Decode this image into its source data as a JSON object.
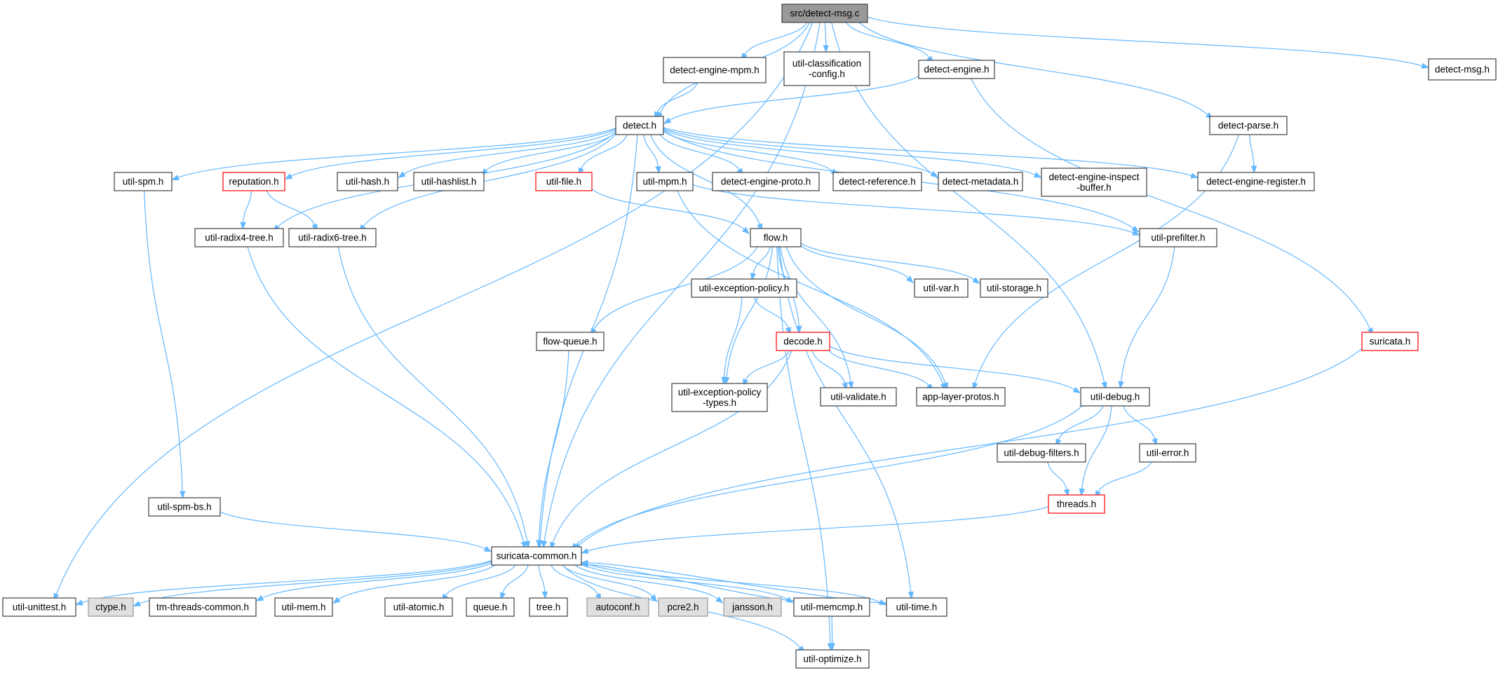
{
  "graph": {
    "colors": {
      "edge": "#63b8ff",
      "root_fill": "#999999",
      "normal_fill": "#ffffff",
      "normal_stroke": "#404040",
      "incomplete_stroke": "#ff0000",
      "system_fill": "#e0e0e0",
      "system_stroke": "#999999"
    },
    "nodes": [
      {
        "id": "root",
        "label": "src/detect-msg.c",
        "style": "root"
      },
      {
        "id": "detect_engine_mpm",
        "label": "detect-engine-mpm.h",
        "style": "normal"
      },
      {
        "id": "util_classification",
        "label": "util-classification\n-config.h",
        "style": "normal"
      },
      {
        "id": "detect_engine",
        "label": "detect-engine.h",
        "style": "normal"
      },
      {
        "id": "detect_msg_h",
        "label": "detect-msg.h",
        "style": "normal"
      },
      {
        "id": "detect_h",
        "label": "detect.h",
        "style": "normal"
      },
      {
        "id": "detect_parse",
        "label": "detect-parse.h",
        "style": "normal"
      },
      {
        "id": "util_spm",
        "label": "util-spm.h",
        "style": "normal"
      },
      {
        "id": "reputation",
        "label": "reputation.h",
        "style": "incomplete"
      },
      {
        "id": "util_hash",
        "label": "util-hash.h",
        "style": "normal"
      },
      {
        "id": "util_hashlist",
        "label": "util-hashlist.h",
        "style": "normal"
      },
      {
        "id": "util_file",
        "label": "util-file.h",
        "style": "incomplete"
      },
      {
        "id": "util_mpm",
        "label": "util-mpm.h",
        "style": "normal"
      },
      {
        "id": "detect_engine_proto",
        "label": "detect-engine-proto.h",
        "style": "normal"
      },
      {
        "id": "detect_reference",
        "label": "detect-reference.h",
        "style": "normal"
      },
      {
        "id": "detect_metadata",
        "label": "detect-metadata.h",
        "style": "normal"
      },
      {
        "id": "detect_engine_inspect",
        "label": "detect-engine-inspect\n-buffer.h",
        "style": "normal"
      },
      {
        "id": "detect_engine_register",
        "label": "detect-engine-register.h",
        "style": "normal"
      },
      {
        "id": "util_radix4",
        "label": "util-radix4-tree.h",
        "style": "normal"
      },
      {
        "id": "util_radix6",
        "label": "util-radix6-tree.h",
        "style": "normal"
      },
      {
        "id": "flow_h",
        "label": "flow.h",
        "style": "normal"
      },
      {
        "id": "util_prefilter",
        "label": "util-prefilter.h",
        "style": "normal"
      },
      {
        "id": "util_exception_policy",
        "label": "util-exception-policy.h",
        "style": "normal"
      },
      {
        "id": "util_var",
        "label": "util-var.h",
        "style": "normal"
      },
      {
        "id": "util_storage",
        "label": "util-storage.h",
        "style": "normal"
      },
      {
        "id": "flow_queue",
        "label": "flow-queue.h",
        "style": "normal"
      },
      {
        "id": "decode_h",
        "label": "decode.h",
        "style": "incomplete"
      },
      {
        "id": "suricata_h",
        "label": "suricata.h",
        "style": "incomplete"
      },
      {
        "id": "util_exception_policy_types",
        "label": "util-exception-policy\n-types.h",
        "style": "normal"
      },
      {
        "id": "util_validate",
        "label": "util-validate.h",
        "style": "normal"
      },
      {
        "id": "app_layer_protos",
        "label": "app-layer-protos.h",
        "style": "normal"
      },
      {
        "id": "util_debug",
        "label": "util-debug.h",
        "style": "normal"
      },
      {
        "id": "util_debug_filters",
        "label": "util-debug-filters.h",
        "style": "normal"
      },
      {
        "id": "util_error",
        "label": "util-error.h",
        "style": "normal"
      },
      {
        "id": "threads_h",
        "label": "threads.h",
        "style": "incomplete"
      },
      {
        "id": "util_spm_bs",
        "label": "util-spm-bs.h",
        "style": "normal"
      },
      {
        "id": "suricata_common",
        "label": "suricata-common.h",
        "style": "normal"
      },
      {
        "id": "util_unittest",
        "label": "util-unittest.h",
        "style": "normal"
      },
      {
        "id": "ctype_h",
        "label": "ctype.h",
        "style": "system"
      },
      {
        "id": "tm_threads_common",
        "label": "tm-threads-common.h",
        "style": "normal"
      },
      {
        "id": "util_mem",
        "label": "util-mem.h",
        "style": "normal"
      },
      {
        "id": "util_atomic",
        "label": "util-atomic.h",
        "style": "normal"
      },
      {
        "id": "queue_h",
        "label": "queue.h",
        "style": "normal"
      },
      {
        "id": "tree_h",
        "label": "tree.h",
        "style": "normal"
      },
      {
        "id": "autoconf_h",
        "label": "autoconf.h",
        "style": "system"
      },
      {
        "id": "pcre2_h",
        "label": "pcre2.h",
        "style": "system"
      },
      {
        "id": "jansson_h",
        "label": "jansson.h",
        "style": "system"
      },
      {
        "id": "util_memcmp",
        "label": "util-memcmp.h",
        "style": "normal"
      },
      {
        "id": "util_time",
        "label": "util-time.h",
        "style": "normal"
      },
      {
        "id": "util_optimize",
        "label": "util-optimize.h",
        "style": "normal"
      }
    ],
    "edges": [
      [
        "root",
        "detect_engine_mpm"
      ],
      [
        "root",
        "util_classification"
      ],
      [
        "root",
        "detect_engine"
      ],
      [
        "root",
        "detect_msg_h"
      ],
      [
        "root",
        "detect_h"
      ],
      [
        "root",
        "detect_parse"
      ],
      [
        "root",
        "util_debug"
      ],
      [
        "root",
        "suricata_common"
      ],
      [
        "root",
        "util_unittest"
      ],
      [
        "detect_engine_mpm",
        "detect_h"
      ],
      [
        "detect_engine",
        "detect_h"
      ],
      [
        "detect_engine",
        "suricata_h"
      ],
      [
        "detect_parse",
        "detect_engine_register"
      ],
      [
        "detect_parse",
        "app_layer_protos"
      ],
      [
        "detect_h",
        "util_spm"
      ],
      [
        "detect_h",
        "reputation"
      ],
      [
        "detect_h",
        "util_radix4"
      ],
      [
        "detect_h",
        "util_radix6"
      ],
      [
        "detect_h",
        "util_hash"
      ],
      [
        "detect_h",
        "util_hashlist"
      ],
      [
        "detect_h",
        "util_file"
      ],
      [
        "detect_h",
        "util_mpm"
      ],
      [
        "detect_h",
        "detect_engine_proto"
      ],
      [
        "detect_h",
        "detect_reference"
      ],
      [
        "detect_h",
        "detect_metadata"
      ],
      [
        "detect_h",
        "detect_engine_inspect"
      ],
      [
        "detect_h",
        "detect_engine_register"
      ],
      [
        "detect_h",
        "util_prefilter"
      ],
      [
        "detect_h",
        "flow_h"
      ],
      [
        "detect_h",
        "suricata_common"
      ],
      [
        "util_spm",
        "util_spm_bs"
      ],
      [
        "util_spm_bs",
        "suricata_common"
      ],
      [
        "reputation",
        "util_radix4"
      ],
      [
        "reputation",
        "util_radix6"
      ],
      [
        "util_radix4",
        "suricata_common"
      ],
      [
        "util_radix6",
        "suricata_common"
      ],
      [
        "util_file",
        "flow_h"
      ],
      [
        "util_mpm",
        "util_prefilter"
      ],
      [
        "util_mpm",
        "app_layer_protos"
      ],
      [
        "util_prefilter",
        "util_debug"
      ],
      [
        "flow_h",
        "util_exception_policy"
      ],
      [
        "flow_h",
        "util_var"
      ],
      [
        "flow_h",
        "util_storage"
      ],
      [
        "flow_h",
        "flow_queue"
      ],
      [
        "flow_h",
        "decode_h"
      ],
      [
        "flow_h",
        "util_exception_policy_types"
      ],
      [
        "flow_h",
        "util_validate"
      ],
      [
        "flow_h",
        "app_layer_protos"
      ],
      [
        "flow_h",
        "util_time"
      ],
      [
        "flow_h",
        "util_optimize"
      ],
      [
        "util_exception_policy",
        "decode_h"
      ],
      [
        "util_exception_policy",
        "util_exception_policy_types"
      ],
      [
        "flow_queue",
        "suricata_common"
      ],
      [
        "decode_h",
        "util_exception_policy_types"
      ],
      [
        "decode_h",
        "util_validate"
      ],
      [
        "decode_h",
        "app_layer_protos"
      ],
      [
        "decode_h",
        "util_debug"
      ],
      [
        "decode_h",
        "suricata_common"
      ],
      [
        "suricata_h",
        "suricata_common"
      ],
      [
        "util_debug",
        "util_debug_filters"
      ],
      [
        "util_debug",
        "util_error"
      ],
      [
        "util_debug",
        "threads_h"
      ],
      [
        "util_debug",
        "suricata_common"
      ],
      [
        "util_debug_filters",
        "threads_h"
      ],
      [
        "util_error",
        "threads_h"
      ],
      [
        "threads_h",
        "suricata_common"
      ],
      [
        "suricata_common",
        "util_unittest"
      ],
      [
        "suricata_common",
        "ctype_h"
      ],
      [
        "suricata_common",
        "tm_threads_common"
      ],
      [
        "suricata_common",
        "util_mem"
      ],
      [
        "suricata_common",
        "util_atomic"
      ],
      [
        "suricata_common",
        "queue_h"
      ],
      [
        "suricata_common",
        "tree_h"
      ],
      [
        "suricata_common",
        "autoconf_h"
      ],
      [
        "suricata_common",
        "pcre2_h"
      ],
      [
        "suricata_common",
        "jansson_h"
      ],
      [
        "suricata_common",
        "util_memcmp"
      ],
      [
        "suricata_common",
        "util_time"
      ],
      [
        "suricata_common",
        "util_optimize"
      ],
      [
        "util_memcmp",
        "suricata_common"
      ],
      [
        "util_memcmp",
        "util_optimize"
      ],
      [
        "util_time",
        "suricata_common"
      ]
    ]
  }
}
